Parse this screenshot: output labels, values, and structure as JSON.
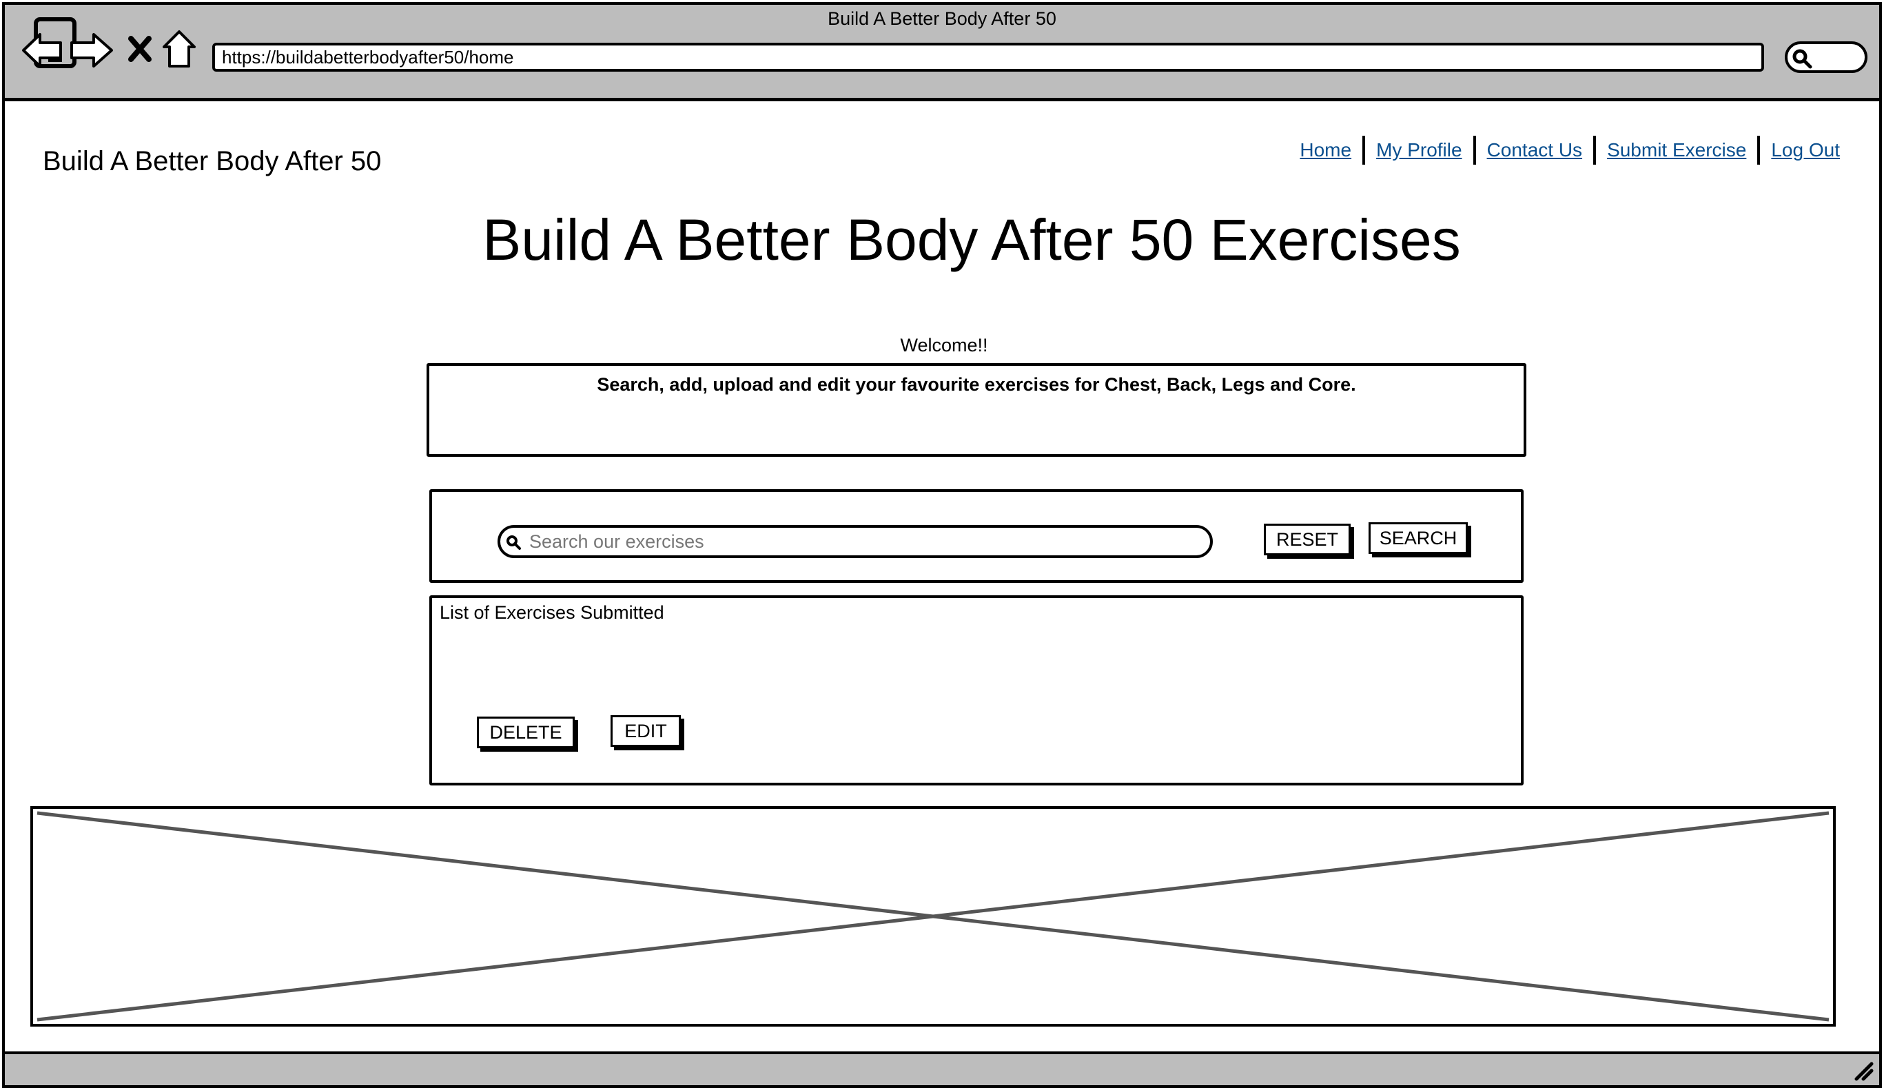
{
  "browser": {
    "window_title": "Build A Better Body After 50",
    "url": "https://buildabetterbodyafter50/home",
    "icons": [
      "device-icon",
      "back-arrow-icon",
      "forward-arrow-icon",
      "close-x-icon",
      "home-icon",
      "search-icon",
      "resize-grip-icon"
    ]
  },
  "header": {
    "site_title": "Build A Better Body After 50",
    "nav": [
      {
        "label": "Home"
      },
      {
        "label": "My Profile"
      },
      {
        "label": "Contact Us"
      },
      {
        "label": "Submit Exercise"
      },
      {
        "label": "Log Out"
      }
    ],
    "link_color": "#0a4f8f"
  },
  "main": {
    "heading": "Build A Better Body After 50 Exercises",
    "welcome": "Welcome!!",
    "intro": "Search, add, upload and edit your favourite exercises for Chest, Back, Legs and Core.",
    "search": {
      "placeholder": "Search our exercises",
      "value": "",
      "reset_label": "RESET",
      "search_label": "SEARCH"
    },
    "exercise_list": {
      "title": "List of Exercises Submitted",
      "delete_label": "DELETE",
      "edit_label": "EDIT"
    }
  },
  "colors": {
    "chrome_gray": "#bdbdbd",
    "border": "#000000"
  }
}
